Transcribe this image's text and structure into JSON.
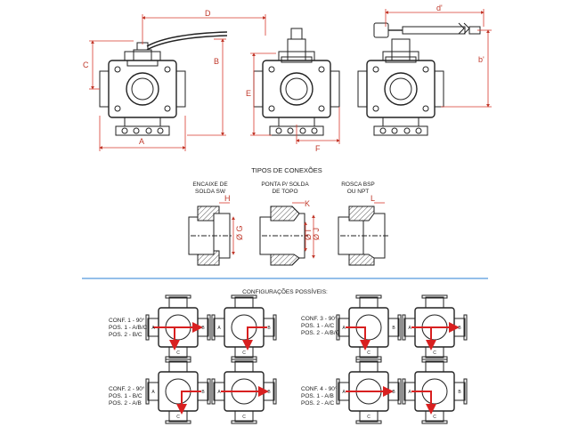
{
  "dimensions": {
    "A": "A",
    "B": "B",
    "C": "C",
    "D": "D",
    "E": "E",
    "F": "F",
    "b_prime": "b'",
    "d_prime": "d'"
  },
  "connections": {
    "title": "TIPOS DE CONEXÕES",
    "types": [
      {
        "label_line1": "ENCAIXE DE",
        "label_line2": "SOLDA SW",
        "dim1": "H",
        "dim2": "Ø G"
      },
      {
        "label_line1": "PONTA P/ SOLDA",
        "label_line2": "DE TOPO",
        "dim1": "K",
        "dim2": "Ø I",
        "dim3": "Ø J"
      },
      {
        "label_line1": "ROSCA BSP",
        "label_line2": "OU NPT",
        "dim1": "L"
      }
    ]
  },
  "configurations": {
    "title": "CONFIGURAÇÕES POSSÍVEIS:",
    "groups": [
      {
        "line1": "CONF. 1 - 90°",
        "line2": "POS. 1 - A/B/C",
        "line3": "POS. 2 - B/C"
      },
      {
        "line1": "CONF. 3 - 90°",
        "line2": "POS. 1 - A/C",
        "line3": "POS. 2 - A/B/C"
      },
      {
        "line1": "CONF. 2 - 90°",
        "line2": "POS. 1 - B/C",
        "line3": "POS. 2 - A/B"
      },
      {
        "line1": "CONF. 4 - 90°",
        "line2": "POS. 1 - A/B",
        "line3": "POS. 2 - A/C"
      }
    ],
    "port_labels": {
      "a": "A",
      "b": "B",
      "c": "C"
    }
  },
  "colors": {
    "dimension": "#c0392b",
    "flow_arrow": "#d82020",
    "divider": "#2a7fd4",
    "hatch": "#555555"
  }
}
